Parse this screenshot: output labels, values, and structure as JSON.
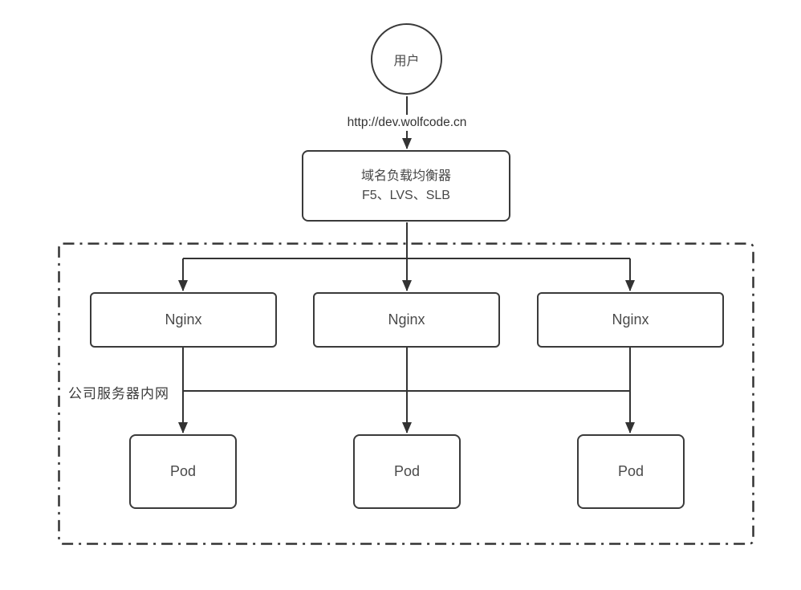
{
  "diagram": {
    "user_node": {
      "label": "用户"
    },
    "request_edge": {
      "label": "http://dev.wolfcode.cn"
    },
    "load_balancer": {
      "line1": "域名负载均衡器",
      "line2": "F5、LVS、SLB"
    },
    "intranet": {
      "label": "公司服务器内网"
    },
    "nginx_nodes": [
      {
        "label": "Nginx"
      },
      {
        "label": "Nginx"
      },
      {
        "label": "Nginx"
      }
    ],
    "pod_nodes": [
      {
        "label": "Pod"
      },
      {
        "label": "Pod"
      },
      {
        "label": "Pod"
      }
    ],
    "colors": {
      "stroke": "#3a3a3a",
      "text": "#4a4a4a",
      "background": "#ffffff"
    }
  }
}
